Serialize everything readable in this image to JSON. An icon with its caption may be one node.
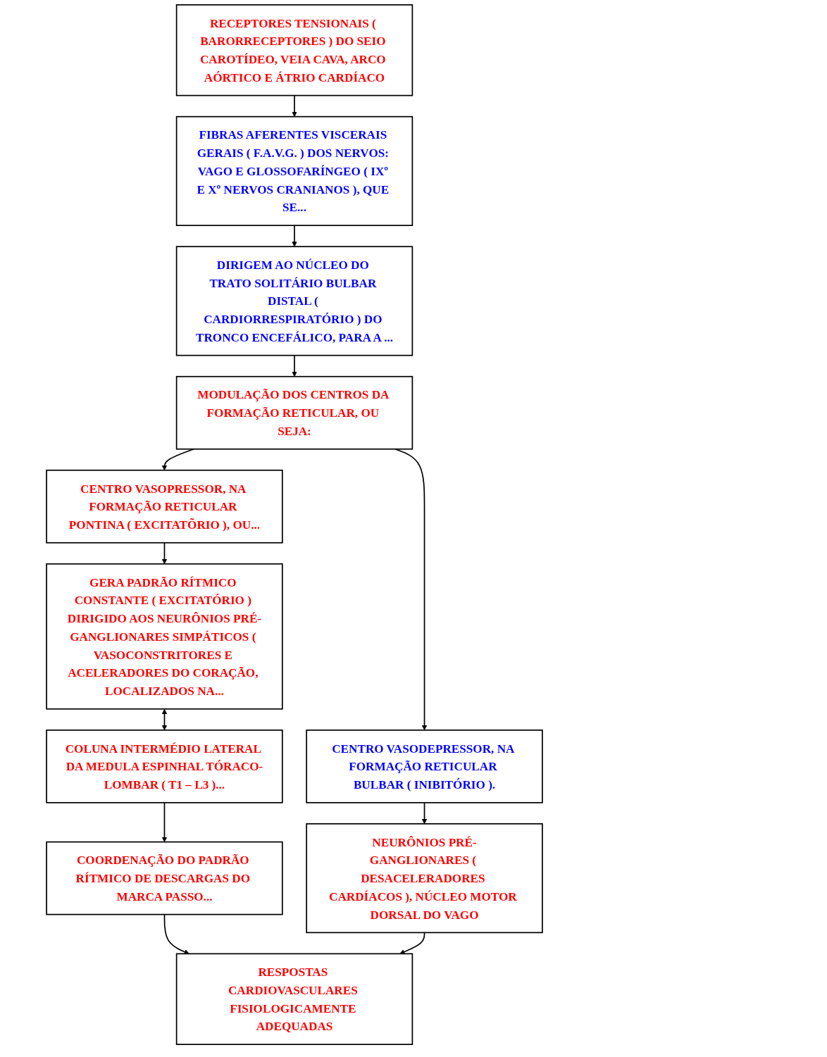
{
  "diagram": {
    "nodes": [
      {
        "text": [
          "RECEPTORES TENSIONAIS ( BARORRECEPTORES ) DO SEIO CAROTÍDEO, VEIA CAVA, ARCO AÓRTICO E ÁTRIO CARDÍACO"
        ]
      },
      {
        "text": [
          "FIBRAS AFERENTES VISCERAIS GERAIS ( F.A.V.G. ) DOS NERVOS: VAGO E GLOSSOFARÍNGEO ( IXº E Xº NERVOS CRANIANOS ), QUE SE..."
        ]
      },
      {
        "text": [
          "DIRIGEM AO NÚCLEO DO TRATO SOLITÁRIO BULBAR DISTAL ( CARDIORRESPIRATÓRIO ) DO TRONCO ENCEFÁLICO, PARA A ..."
        ]
      },
      {
        "text": [
          "MODULAÇÃO DOS CENTROS DA FORMAÇÃO RETICULAR, OU SEJA:"
        ]
      },
      {
        "text": [
          "CENTRO VASOPRESSOR, NA FORMAÇÃO RETICULAR PONTINA ( EXCITATÕRIO ), OU..."
        ]
      },
      {
        "text": [
          "CENTRO VASODEPRESSOR, NA FORMAÇÃO RETICULAR BULBAR ( INIBITÓRIO )."
        ]
      },
      {
        "text": [
          "GERA PADRÃO RÍTMICO CONSTANTE ( EXCITATÓRIO ) DIRIGIDO AOS NEURÔNIOS PRÉ-GANGLIONARES SIMPÁTICOS ( VASOCONSTRITORES E ACELERADORES DO CORAÇÃO, LOCALIZADOS NA..."
        ]
      },
      {
        "text": [
          "COLUNA INTERMÉDIO LATERAL DA MEDULA ESPINHAL TÓRACO-LOMBAR ( T1 – L3 )..."
        ]
      },
      {
        "text": [
          "COORDENAÇÃO DO PADRÃO RÍTMICO DE DESCARGAS DO MARCA PASSO..."
        ]
      },
      {
        "text": [
          "NEURÔNIOS PRÉ-GANGLIONARES ( DESACELERADORES CARDÍACOS ), NÚCLEO MOTOR DORSAL DO VAGO"
        ]
      },
      {
        "text": [
          "RESPOSTAS CARDIOVASCULARES FISIOLOGICAMENTE ADEQUADAS"
        ]
      }
    ],
    "edges": [
      {
        "from": 0,
        "to": 1,
        "arrow": "to"
      },
      {
        "from": 1,
        "to": 2,
        "arrow": "to"
      },
      {
        "from": 2,
        "to": 3,
        "arrow": "to"
      },
      {
        "from": 3,
        "to": 4,
        "arrow": "to"
      },
      {
        "from": 3,
        "to": 5,
        "arrow": "to"
      },
      {
        "from": 4,
        "to": 6,
        "arrow": "to"
      },
      {
        "from": 6,
        "to": 7,
        "arrow": "both"
      },
      {
        "from": 7,
        "to": 8,
        "arrow": "to"
      },
      {
        "from": 5,
        "to": 9,
        "arrow": "to"
      },
      {
        "from": 8,
        "to": 10,
        "arrow": "to"
      },
      {
        "from": 9,
        "to": 10,
        "arrow": "to"
      }
    ]
  }
}
